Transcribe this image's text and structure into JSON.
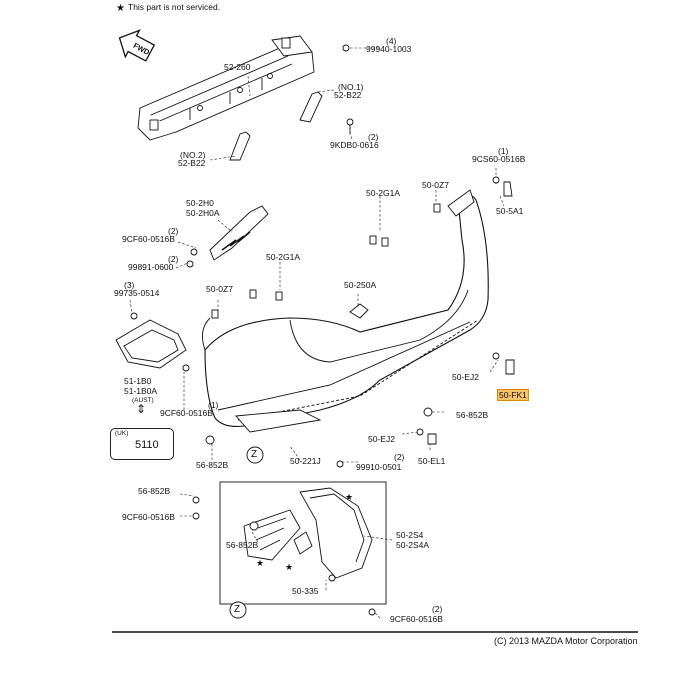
{
  "note": {
    "star": "★",
    "text": "This part is not serviced."
  },
  "fwd_label": "FWD",
  "labels": {
    "p99940_qty": "(4)",
    "p99940": "99940-1003",
    "p52_260": "52-260",
    "no1": "(NO.1)",
    "p52_b22_no1": "52-B22",
    "p9kdb_qty": "(2)",
    "p9kdb": "9KDB0-0616",
    "no2": "(NO.2)",
    "p52_b22_no2": "52-B22",
    "p9cs60_qty": "(1)",
    "p9cs60": "9CS60-0516B",
    "p50_5a1": "50-5A1",
    "p50_2g1a_top": "50-2G1A",
    "p50_0z7_top": "50-0Z7",
    "p50_2h0": "50-2H0",
    "p50_2h0a": "50-2H0A",
    "p9cf60_upper_qty": "(2)",
    "p9cf60_upper": "9CF60-0516B",
    "p99891_qty": "(2)",
    "p99891": "99891-0600",
    "p50_2g1a_mid": "50-2G1A",
    "p99735_qty": "(3)",
    "p99735": "99735-0514",
    "p50_0z7_mid": "50-0Z7",
    "p50_250a": "50-250A",
    "p51_1b0": "51-1B0",
    "p51_1b0a": "51-1B0A",
    "aust": "(AUST)",
    "uk": "(UK)",
    "p5110": "5110",
    "p9cf60_mid_qty": "(1)",
    "p9cf60_mid": "9CF60-0516B",
    "p50_ej2_right": "50-EJ2",
    "p50_fk1": "50-FK1",
    "p56_852b_right": "56-852B",
    "p50_ej2_lower": "50-EJ2",
    "p50_el1": "50-EL1",
    "p56_852b_left": "56-852B",
    "z_top": "Z",
    "p50_221j": "50-221J",
    "p99910_qty": "(2)",
    "p99910": "99910-0501",
    "p56_852b_box": "56-852B",
    "p9cf60_box": "9CF60-0516B",
    "p56_852b_inner": "56-852B",
    "p50_2s4": "50-2S4",
    "p50_2s4a": "50-2S4A",
    "p50_335": "50-335",
    "z_bottom": "Z",
    "p9cf60_bottom_qty": "(2)",
    "p9cf60_bottom": "9CF60-0516B"
  },
  "copyright": "(C) 2013 MAZDA Motor Corporation",
  "colors": {
    "highlight": "#f5c46a",
    "line": "#111111"
  }
}
